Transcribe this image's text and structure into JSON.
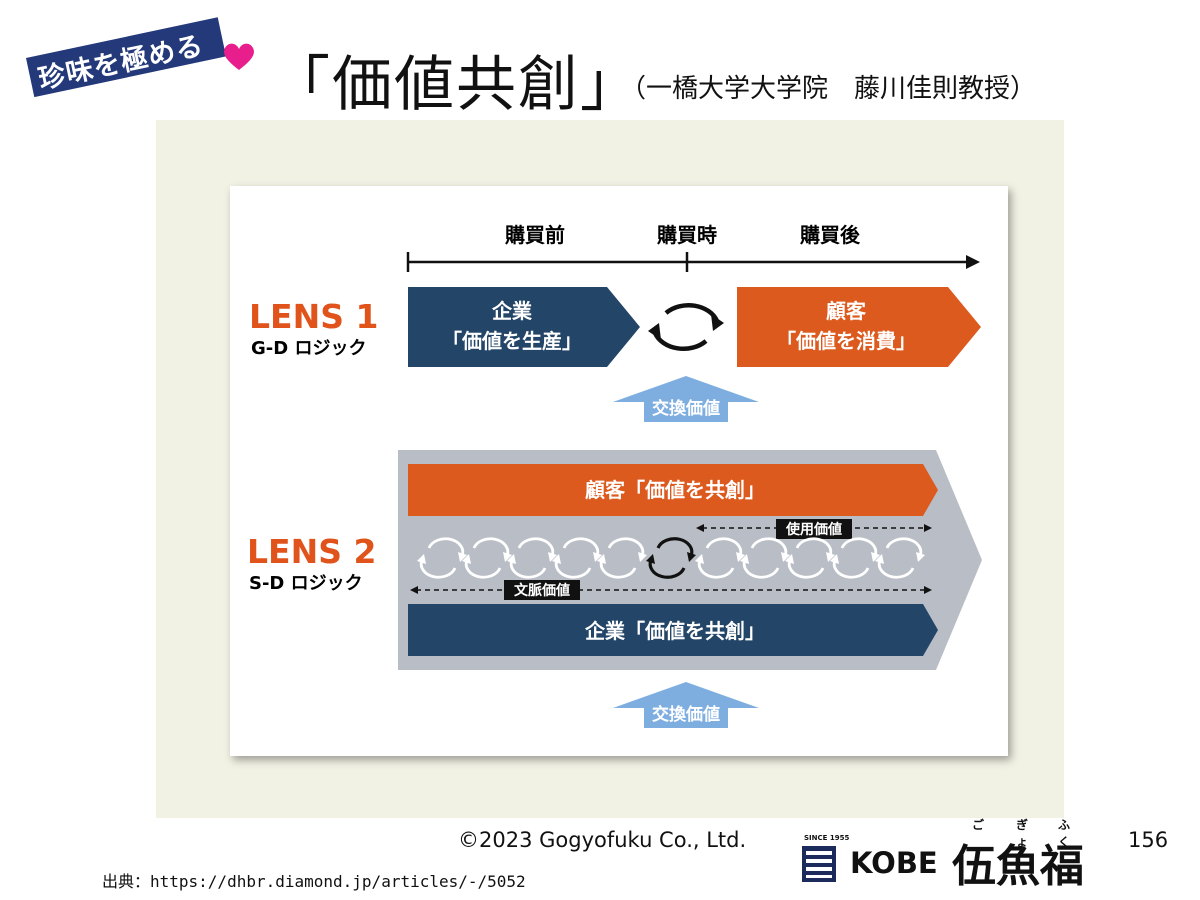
{
  "header": {
    "badge": "珍味を極める",
    "title": "「価値共創」",
    "subtitle": "（一橋大学大学院　藤川佳則教授）"
  },
  "timeline": {
    "before": "購買前",
    "during": "購買時",
    "after": "購買後"
  },
  "lens1": {
    "label": "LENS 1",
    "sub": "G-D ロジック",
    "company_1": "企業",
    "company_2": "「価値を生産」",
    "customer_1": "顧客",
    "customer_2": "「価値を消費」",
    "exchange": "交換価値"
  },
  "lens2": {
    "label": "LENS 2",
    "sub": "S-D ロジック",
    "customer": "顧客「価値を共創」",
    "company": "企業「価値を共創」",
    "use_value": "使用価値",
    "context_value": "文脈価値",
    "exchange": "交換価値"
  },
  "colors": {
    "navy": "#234567",
    "orange": "#dd5a1e",
    "light_blue": "#7eaee0",
    "band_gray": "#b9bec6",
    "lens_orange": "#e0541c"
  },
  "footer": {
    "copyright": "©2023 Gogyofuku Co., Ltd.",
    "page": "156",
    "source": "出典：https://dhbr.diamond.jp/articles/-/5052",
    "logo_since": "SINCE 1955",
    "logo_kobe": "KOBE",
    "logo_name": "伍魚福",
    "logo_ruby_1": "ご",
    "logo_ruby_2": "ぎょ",
    "logo_ruby_3": "ふく"
  }
}
